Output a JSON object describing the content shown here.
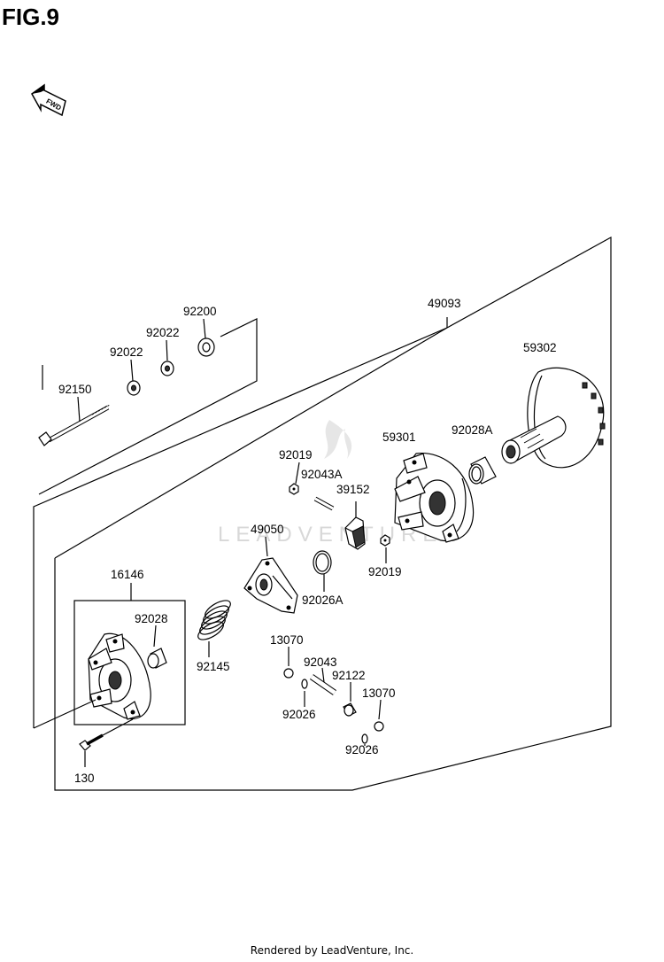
{
  "figure": {
    "title": "FIG.9",
    "fwd_label": "FWD"
  },
  "watermark": "LEADVENTURE",
  "footer": "Rendered by LeadVenture, Inc.",
  "labels": {
    "p49093": "49093",
    "p59302": "59302",
    "p92200": "92200",
    "p92022a": "92022",
    "p92022b": "92022",
    "p92150": "92150",
    "p59301": "59301",
    "p92028A": "92028A",
    "p92019a": "92019",
    "p92043A": "92043A",
    "p39152": "39152",
    "p92019b": "92019",
    "p49050": "49050",
    "p92026A": "92026A",
    "p16146": "16146",
    "p92028": "92028",
    "p92145": "92145",
    "p13070a": "13070",
    "p92043": "92043",
    "p92122": "92122",
    "p13070b": "13070",
    "p92026a": "92026",
    "p92026b": "92026",
    "p130": "130"
  }
}
